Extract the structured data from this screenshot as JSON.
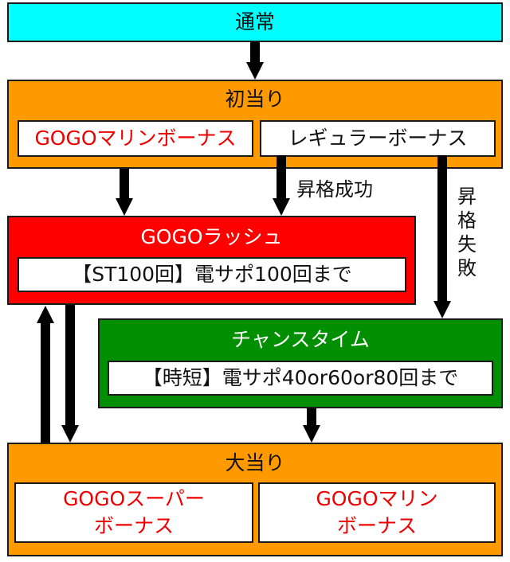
{
  "colors": {
    "normal": "#00ffff",
    "hit": "#ff9900",
    "rush": "#ff0000",
    "chance": "#008f00",
    "highlight_text": "#ee0000"
  },
  "normal": {
    "title": "通常"
  },
  "first_hit": {
    "title": "初当り",
    "options": [
      "GOGOマリンボーナス",
      "レギュラーボーナス"
    ]
  },
  "rush": {
    "title": "GOGOラッシュ",
    "detail": "【ST100回】電サポ100回まで"
  },
  "chance_time": {
    "title": "チャンスタイム",
    "detail": "【時短】電サポ40or60or80回まで"
  },
  "big_hit": {
    "title": "大当り",
    "options": [
      {
        "line1": "GOGOスーパー",
        "line2": "ボーナス"
      },
      {
        "line1": "GOGOマリン",
        "line2": "ボーナス"
      }
    ]
  },
  "arrow_labels": {
    "promotion_success": "昇格成功",
    "promotion_fail": [
      "昇",
      "格",
      "失",
      "敗"
    ]
  }
}
